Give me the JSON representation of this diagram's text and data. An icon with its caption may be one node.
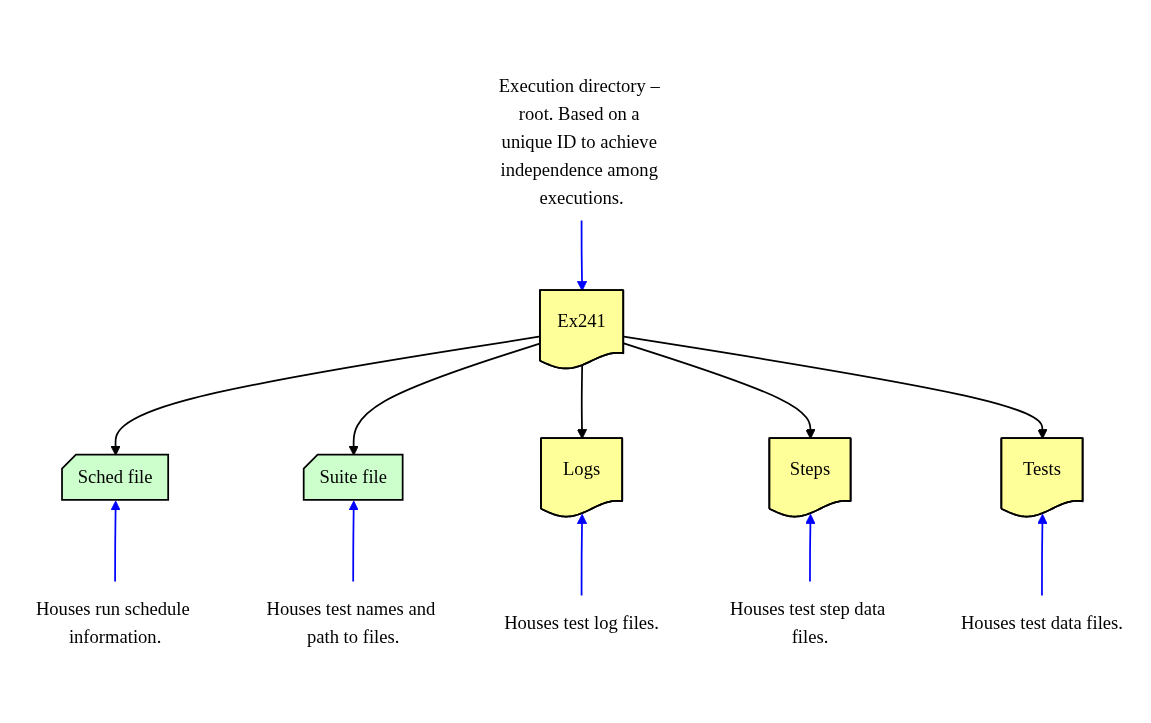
{
  "diagram": {
    "nodes": [
      {
        "text": [
          "Ex241"
        ]
      },
      {
        "text": [
          "Execution directory – root. Based on a unique ID to achieve independence among executions."
        ]
      },
      {
        "text": [
          "Sched file"
        ]
      },
      {
        "text": [
          "Suite file"
        ]
      },
      {
        "text": [
          "Logs"
        ]
      },
      {
        "text": [
          "Steps"
        ]
      },
      {
        "text": [
          "Tests"
        ]
      },
      {
        "text": [
          "Houses run schedule information."
        ]
      },
      {
        "text": [
          "Houses test names and path to files."
        ]
      },
      {
        "text": [
          "Houses test log files."
        ]
      },
      {
        "text": [
          "Houses test step data files."
        ]
      },
      {
        "text": [
          "Houses test data files."
        ]
      }
    ],
    "edges": [
      {
        "from": 1,
        "to": 0,
        "arrow": "to"
      },
      {
        "from": 0,
        "to": 2,
        "arrow": "to",
        "color": "#000000"
      },
      {
        "from": 0,
        "to": 3,
        "arrow": "to",
        "color": "#000000"
      },
      {
        "from": 0,
        "to": 4,
        "arrow": "to",
        "color": "#000000"
      },
      {
        "from": 0,
        "to": 5,
        "arrow": "to",
        "color": "#000000"
      },
      {
        "from": 0,
        "to": 6,
        "arrow": "to",
        "color": "#000000"
      },
      {
        "from": 7,
        "to": 2,
        "arrow": "to"
      },
      {
        "from": 8,
        "to": 3,
        "arrow": "to"
      },
      {
        "from": 9,
        "to": 4,
        "arrow": "to"
      },
      {
        "from": 10,
        "to": 5,
        "arrow": "to"
      },
      {
        "from": 11,
        "to": 6,
        "arrow": "to"
      }
    ]
  }
}
